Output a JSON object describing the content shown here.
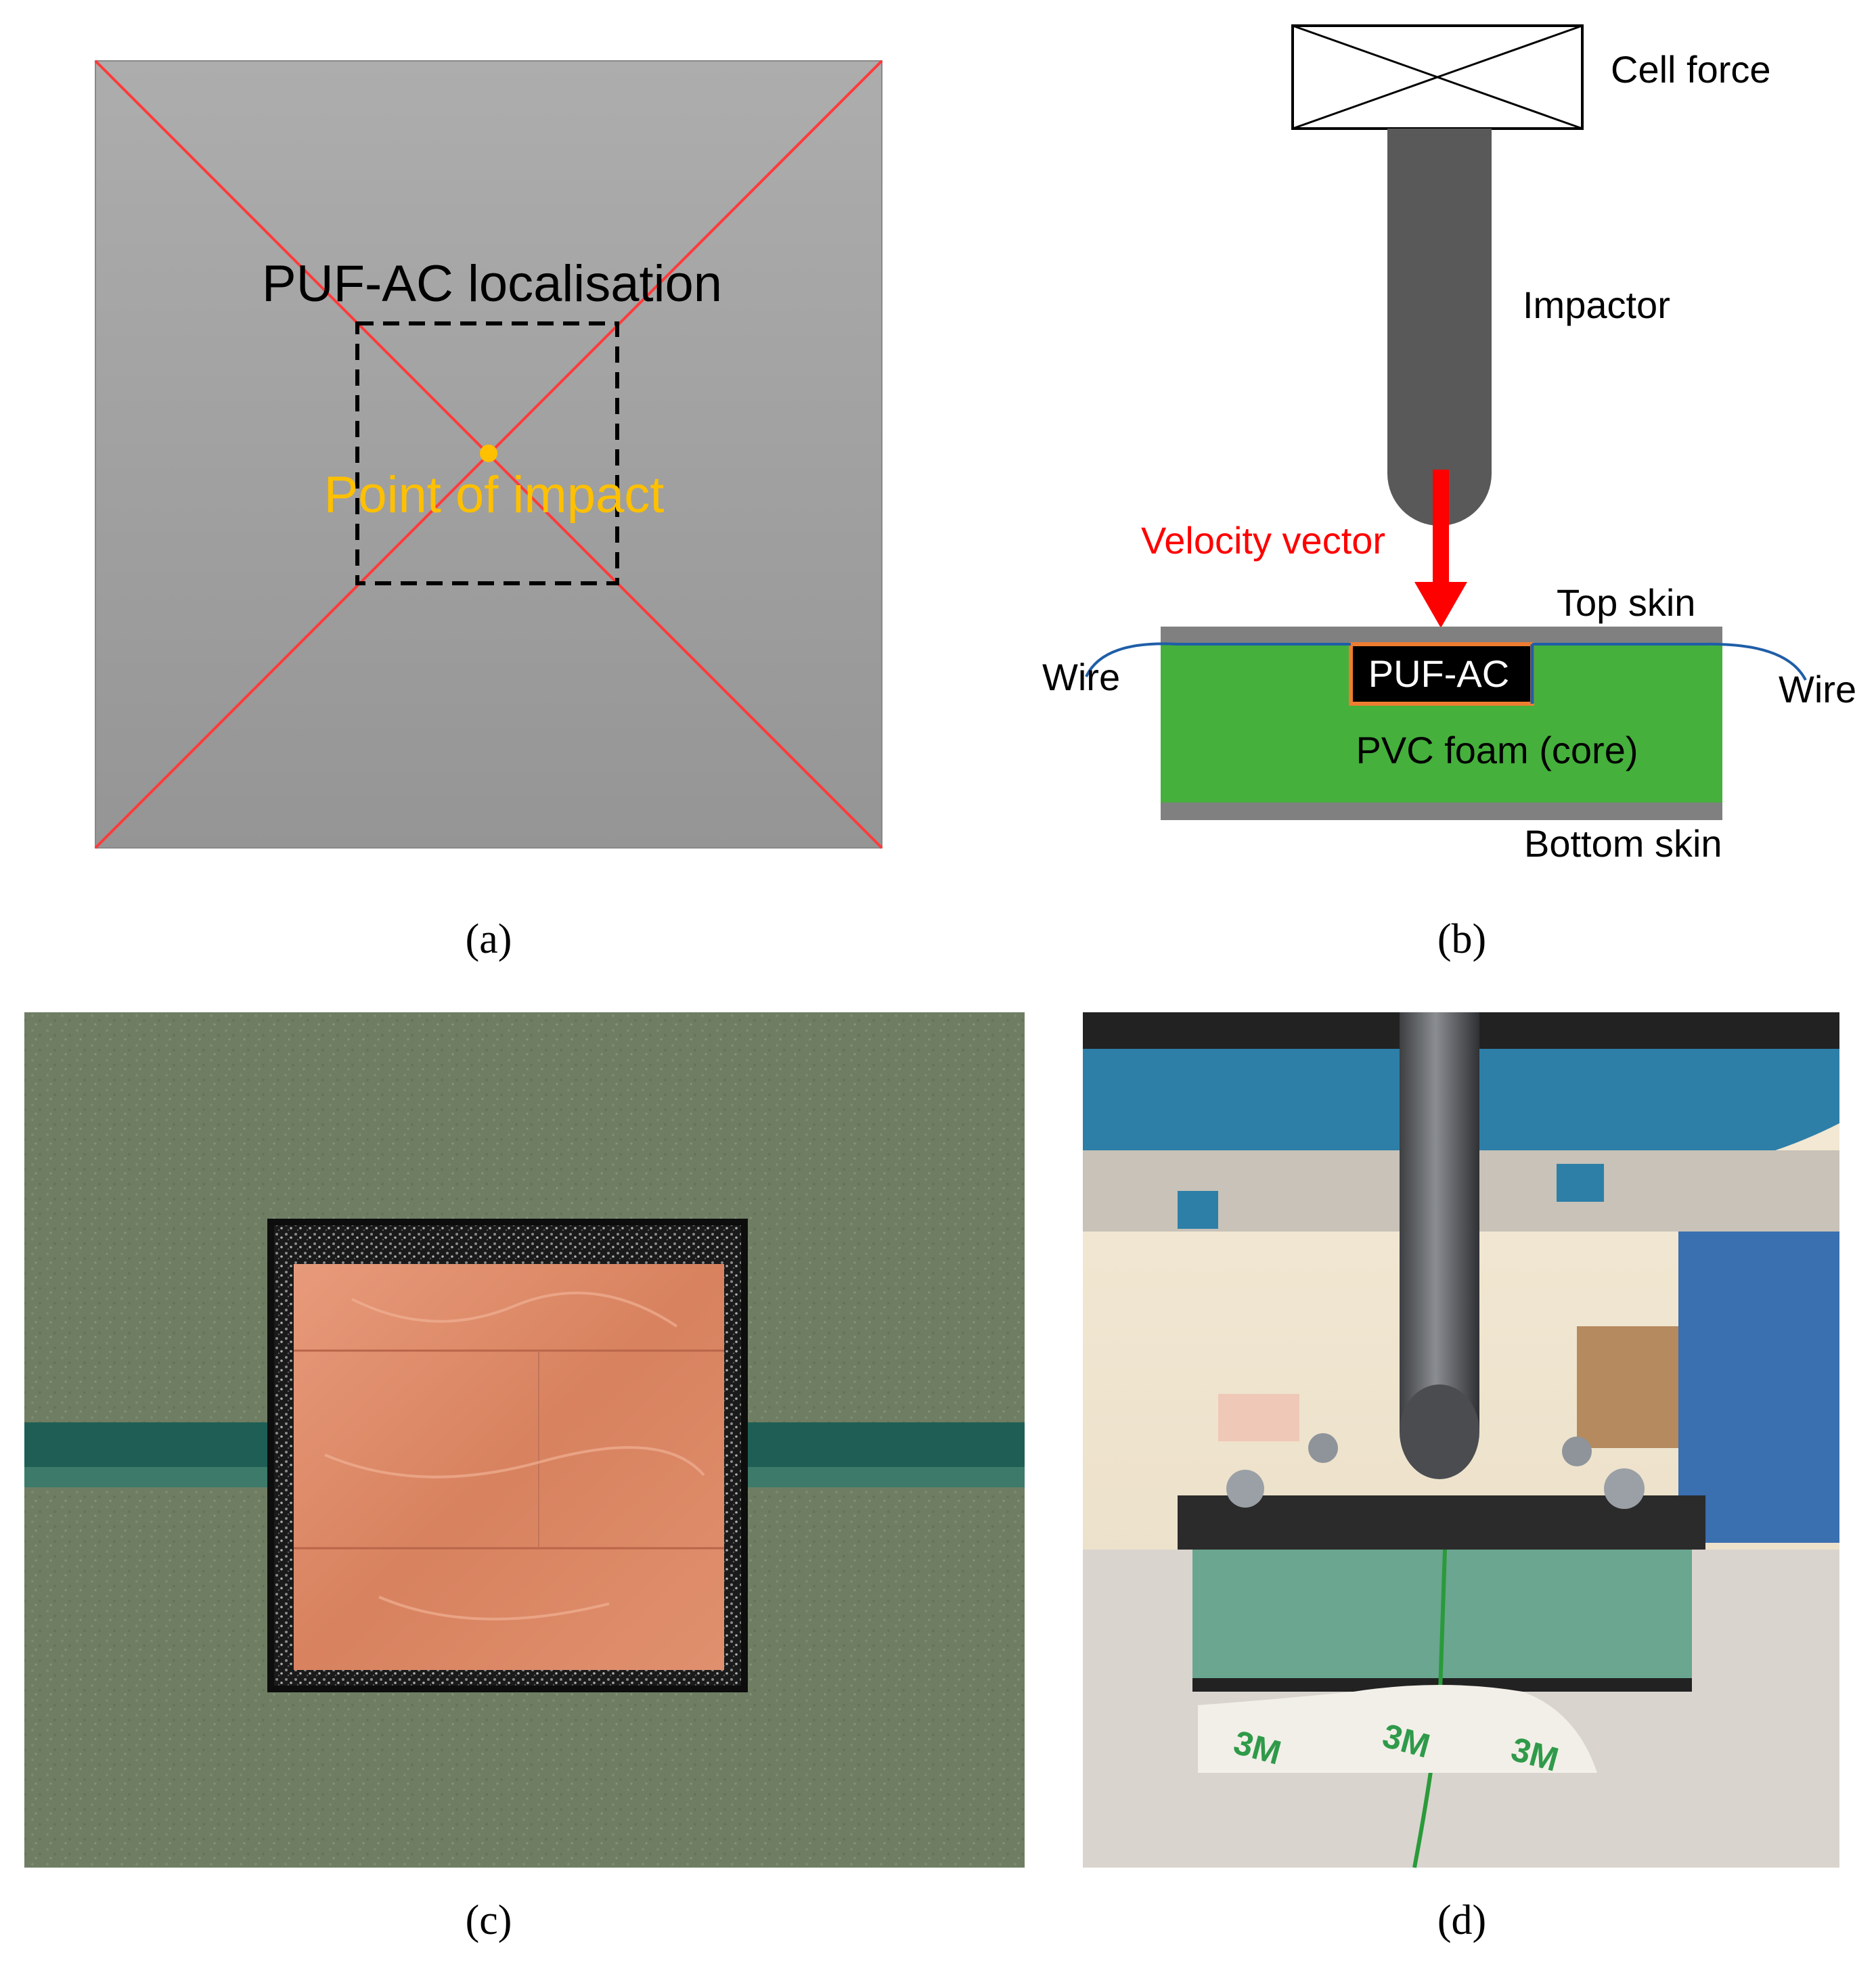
{
  "panel_a": {
    "region_label": "PUF-AC localisation",
    "impact_label": "Point of impact",
    "caption": "(a)",
    "colors": {
      "diagonals": "#ff3b3b",
      "impact": "#ffc000",
      "region_box": "#000000"
    }
  },
  "panel_b": {
    "cell_force_label": "Cell force",
    "impactor_label": "Impactor",
    "velocity_label": "Velocity vector",
    "top_skin_label": "Top skin",
    "bottom_skin_label": "Bottom skin",
    "wire_left_label": "Wire",
    "wire_right_label": "Wire",
    "sensor_label": "PUF-AC",
    "core_label": "PVC foam (core)",
    "caption": "(b)",
    "colors": {
      "core": "#45b03c",
      "skin": "#808080",
      "impactor": "#595959",
      "arrow": "#ff0000",
      "sensor_edge": "#ed7d31",
      "wire": "#1f5ea8"
    }
  },
  "panel_c": {
    "caption": "(c)",
    "description_icon": "copper-sensor-in-foam-photo"
  },
  "panel_d": {
    "caption": "(d)",
    "tape_text": "3M",
    "description_icon": "impact-test-rig-photo"
  }
}
